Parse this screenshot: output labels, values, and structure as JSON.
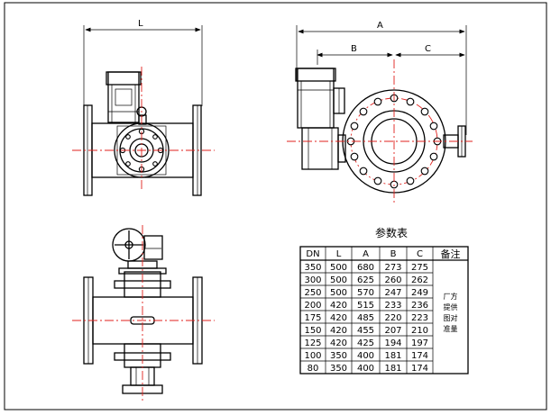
{
  "dimension_labels": {
    "front_width": "L",
    "side_total": "A",
    "side_left": "B",
    "side_right": "C"
  },
  "table": {
    "title": "参数表",
    "headers": [
      "DN",
      "L",
      "A",
      "B",
      "C"
    ],
    "remark_header": "备注",
    "remark_lines": [
      "厂方",
      "提供",
      "图对",
      "准量"
    ],
    "rows": [
      [
        "350",
        "500",
        "680",
        "273",
        "275"
      ],
      [
        "300",
        "500",
        "625",
        "260",
        "262"
      ],
      [
        "250",
        "500",
        "570",
        "247",
        "249"
      ],
      [
        "200",
        "420",
        "515",
        "233",
        "236"
      ],
      [
        "175",
        "420",
        "485",
        "220",
        "223"
      ],
      [
        "150",
        "420",
        "455",
        "207",
        "210"
      ],
      [
        "125",
        "420",
        "425",
        "194",
        "197"
      ],
      [
        "100",
        "350",
        "400",
        "181",
        "174"
      ],
      [
        "80",
        "350",
        "400",
        "181",
        "174"
      ]
    ]
  },
  "colors": {
    "centerline": "#e0201c",
    "outline": "#000000"
  }
}
